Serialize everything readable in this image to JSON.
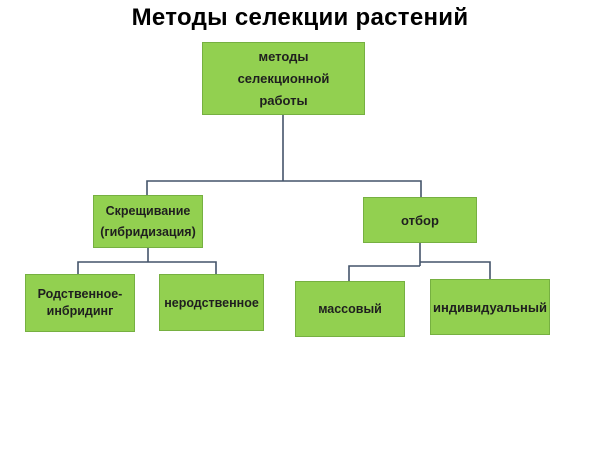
{
  "title": "Методы селекции растений",
  "colors": {
    "box_fill": "#92d050",
    "box_border": "#76b041",
    "connector_line": "#44546a",
    "title_text": "#000000",
    "box_text": "#1f1f1f"
  },
  "diagram": {
    "root": {
      "label": "методы\nселекционной\nработы"
    },
    "crossing": {
      "label": "Скрещивание\n(гибридизация)"
    },
    "selection": {
      "label": "отбор"
    },
    "inbreeding": {
      "label": "Родственное-\nинбридинг"
    },
    "unrelated": {
      "label": "неродственное"
    },
    "mass": {
      "label": "массовый"
    },
    "individual": {
      "label": "индивидуальный"
    }
  }
}
